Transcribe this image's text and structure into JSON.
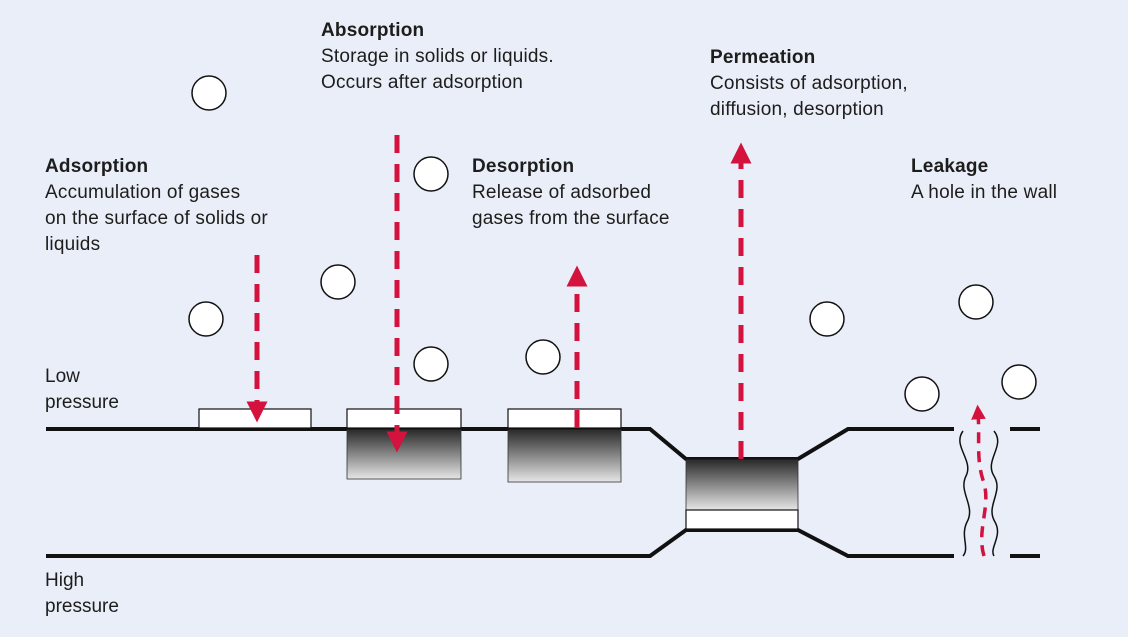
{
  "colors": {
    "background": "#e9eef9",
    "arrow": "#d3123e",
    "wall": "#111111",
    "molecule_fill": "#ffffff",
    "text": "#1d1d1b"
  },
  "processes": {
    "adsorption": {
      "title": "Adsorption",
      "lines": [
        "Accumulation of gases",
        "on the surface of solids or",
        "liquids"
      ]
    },
    "absorption": {
      "title": "Absorption",
      "lines": [
        "Storage in solids or liquids.",
        "Occurs after adsorption"
      ]
    },
    "desorption": {
      "title": "Desorption",
      "lines": [
        "Release of adsorbed",
        "gases from the surface"
      ]
    },
    "permeation": {
      "title": "Permeation",
      "lines": [
        "Consists of adsorption,",
        "diffusion, desorption"
      ]
    },
    "leakage": {
      "title": "Leakage",
      "lines": [
        "A hole in the wall"
      ]
    }
  },
  "sides": {
    "low": [
      "Low",
      "pressure"
    ],
    "high": [
      "High",
      "pressure"
    ]
  }
}
